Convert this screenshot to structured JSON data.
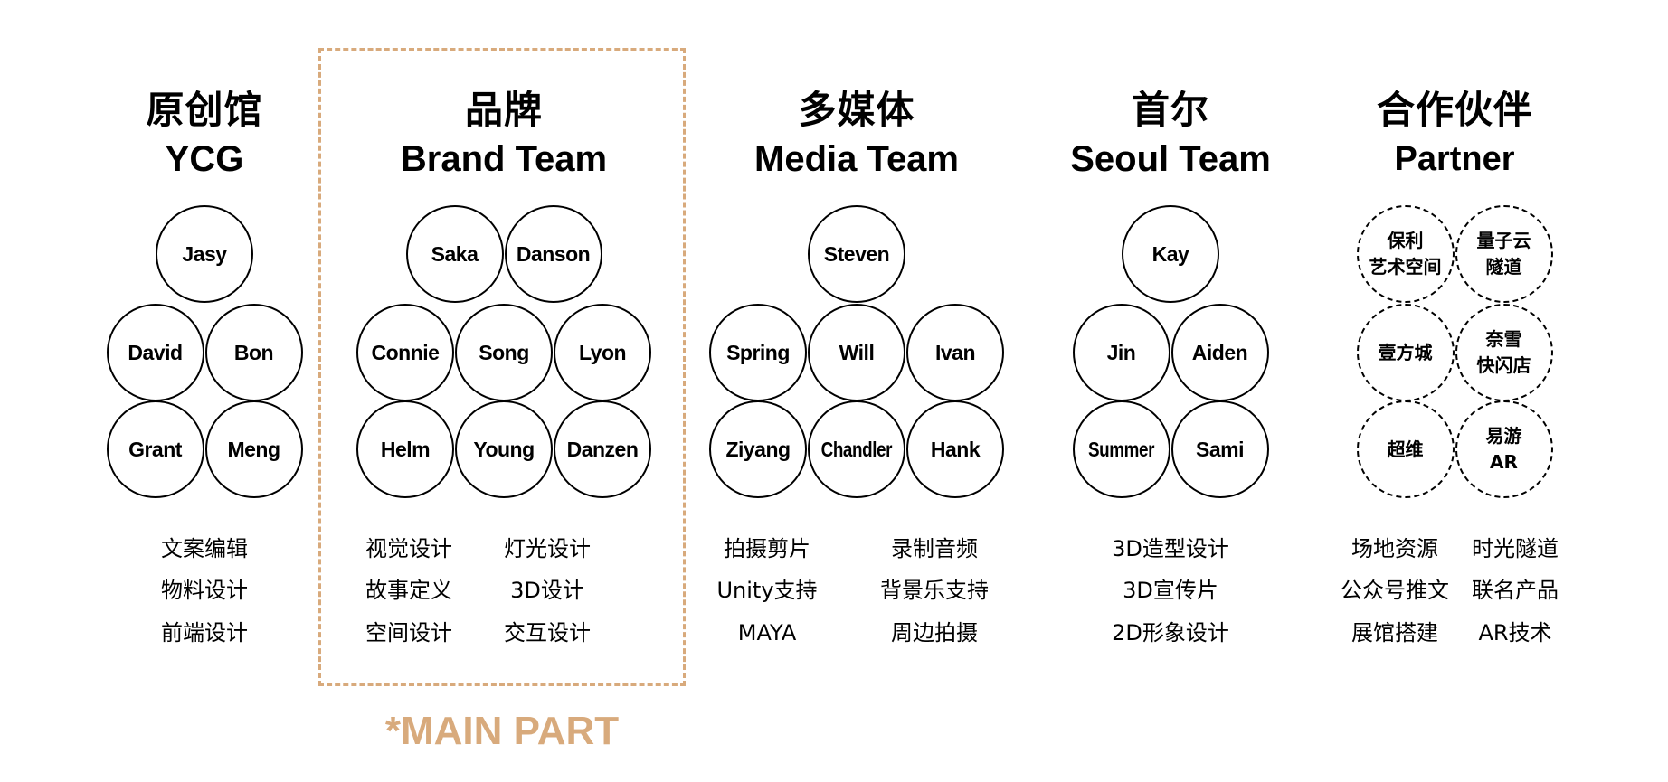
{
  "highlight": {
    "label": "*MAIN PART",
    "color": "#D8AA7C"
  },
  "teams": [
    {
      "id": "ycg",
      "title_zh": "原创馆",
      "title_en": "YCG",
      "members": [
        "Jasy",
        "David",
        "Bon",
        "Grant",
        "Meng"
      ],
      "member_rows": [
        1,
        2,
        2
      ],
      "skills_columns": [
        [
          "文案编辑",
          "物料设计",
          "前端设计"
        ]
      ]
    },
    {
      "id": "brand",
      "title_zh": "品牌",
      "title_en": "Brand Team",
      "highlighted": true,
      "members": [
        "Saka",
        "Danson",
        "Connie",
        "Song",
        "Lyon",
        "Helm",
        "Young",
        "Danzen"
      ],
      "member_rows": [
        2,
        3,
        3
      ],
      "skills_columns": [
        [
          "视觉设计",
          "故事定义",
          "空间设计"
        ],
        [
          "灯光设计",
          "3D设计",
          "交互设计"
        ]
      ]
    },
    {
      "id": "media",
      "title_zh": "多媒体",
      "title_en": "Media Team",
      "members": [
        "Steven",
        "Spring",
        "Will",
        "Ivan",
        "Ziyang",
        "Chandler",
        "Hank"
      ],
      "member_rows": [
        1,
        3,
        3
      ],
      "skills_columns": [
        [
          "拍摄剪片",
          "Unity支持",
          "MAYA"
        ],
        [
          "录制音频",
          "背景乐支持",
          "周边拍摄"
        ]
      ]
    },
    {
      "id": "seoul",
      "title_zh": "首尔",
      "title_en": "Seoul Team",
      "members": [
        "Kay",
        "Jin",
        "Aiden",
        "Summer",
        "Sami"
      ],
      "member_rows": [
        1,
        2,
        2
      ],
      "skills_columns": [
        [
          "3D造型设计",
          "3D宣传片",
          "2D形象设计"
        ]
      ]
    },
    {
      "id": "partner",
      "title_zh": "合作伙伴",
      "title_en": "Partner",
      "partners": true,
      "members": [
        "保利\n艺术空间",
        "量子云\n隧道",
        "壹方城",
        "奈雪\n快闪店",
        "超维",
        "易游\nAR"
      ],
      "member_rows": [
        2,
        2,
        2
      ],
      "skills_columns": [
        [
          "场地资源",
          "公众号推文",
          "展馆搭建"
        ],
        [
          "时光隧道",
          "联名产品",
          "AR技术"
        ]
      ]
    }
  ]
}
